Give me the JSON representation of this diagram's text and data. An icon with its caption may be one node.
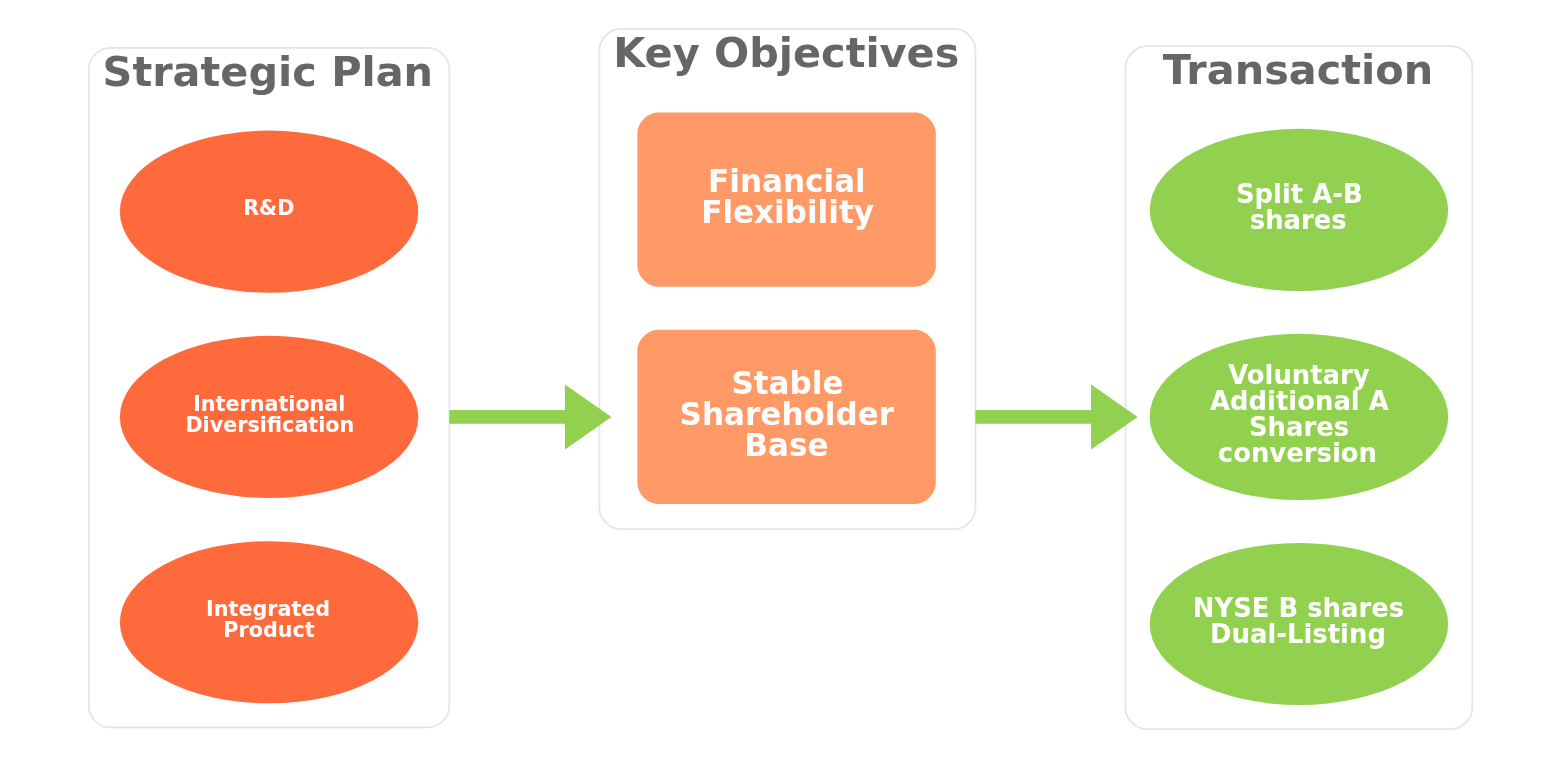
{
  "diagram": {
    "nodes": [
      {
        "text": [
          "Strategic Plan"
        ]
      },
      {
        "text": [
          "R&D"
        ],
        "in": 0
      },
      {
        "text": [
          "International Diversification"
        ],
        "in": 0
      },
      {
        "text": [
          "Integrated Product"
        ],
        "in": 0
      },
      {
        "text": [
          "Key Objectives"
        ]
      },
      {
        "text": [
          "Financial Flexibility"
        ],
        "in": 4
      },
      {
        "text": [
          "Stable Shareholder Base"
        ],
        "in": 4
      },
      {
        "text": [
          "Transaction"
        ]
      },
      {
        "text": [
          "Split A-B shares"
        ],
        "in": 7
      },
      {
        "text": [
          "Voluntary Additional A Shares conversion"
        ],
        "in": 7
      },
      {
        "text": [
          "NYSE B shares Dual-Listing"
        ],
        "in": 7
      }
    ],
    "edges": [
      {
        "from": 0,
        "to": 4,
        "arrow": "to"
      },
      {
        "from": 4,
        "to": 7,
        "arrow": "to"
      }
    ]
  }
}
